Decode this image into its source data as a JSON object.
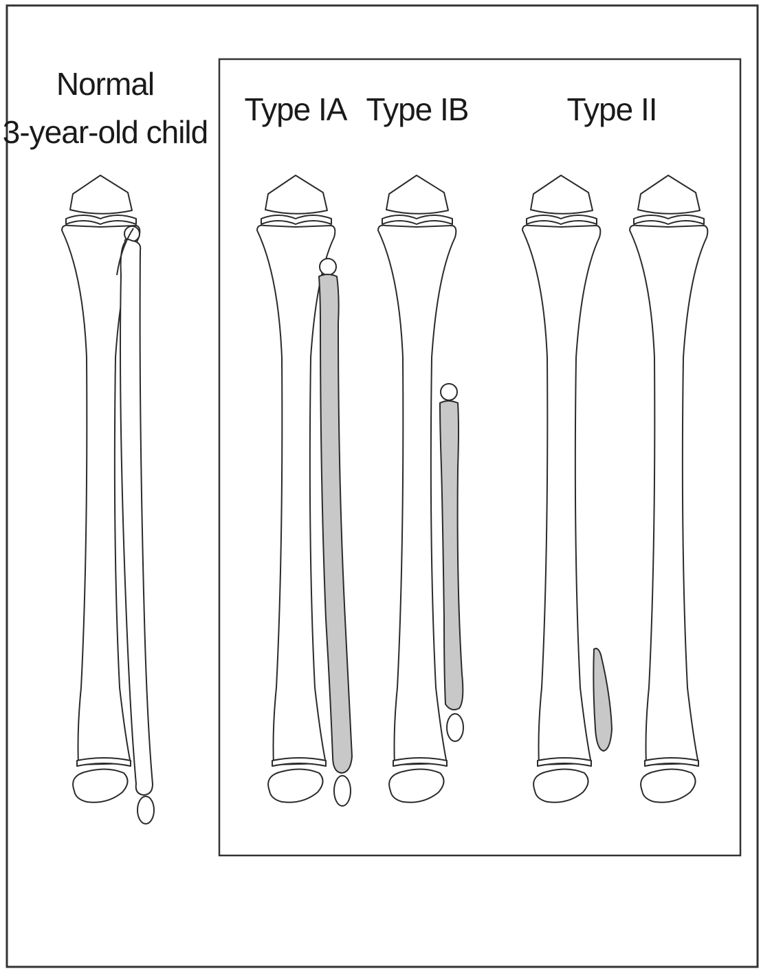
{
  "labels": {
    "normal_line1": "Normal",
    "normal_line2": "3-year-old child",
    "type_ia": "Type IA",
    "type_ib": "Type IB",
    "type_ii": "Type II"
  },
  "colors": {
    "outline": "#2a2a2a",
    "fibula_remnant_fill": "#c8c8c8",
    "background": "#ffffff",
    "border": "#333333"
  }
}
